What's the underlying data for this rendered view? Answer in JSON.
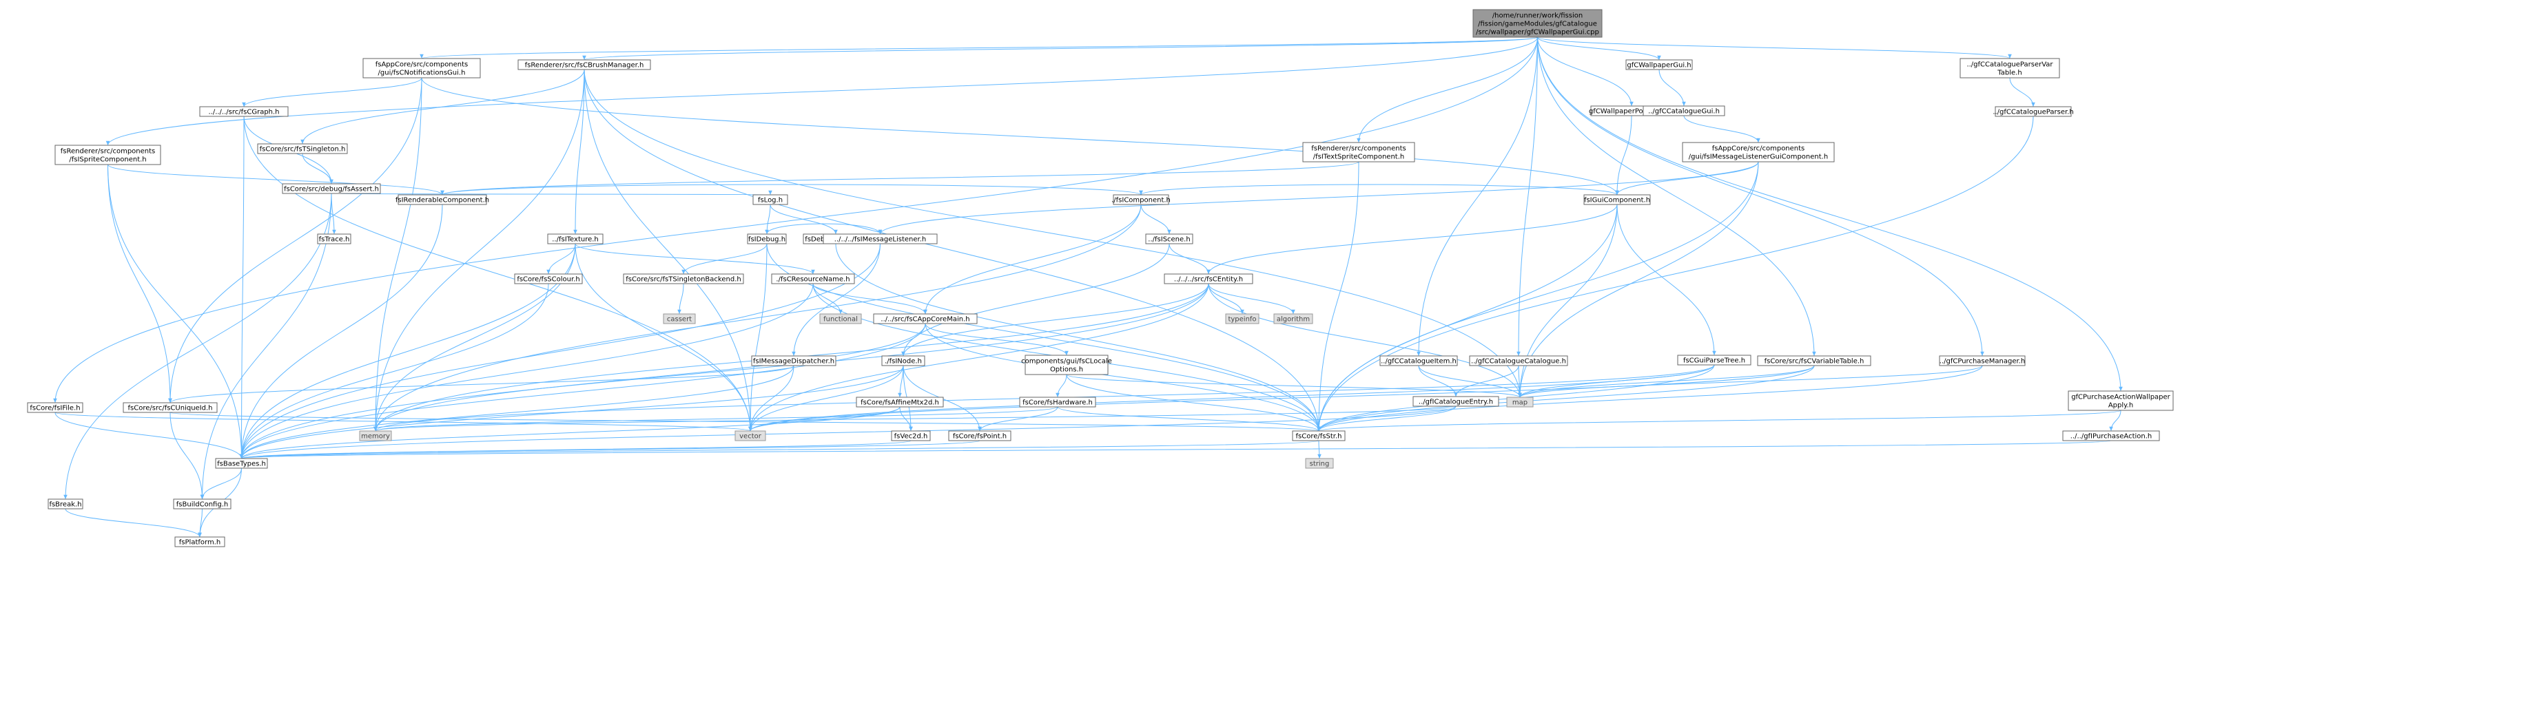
{
  "diagram": {
    "edge_color": "#63b8ff",
    "root_color": "#999999",
    "system_color": "#e0e0e0",
    "nodes": [
      {
        "id": "root",
        "lines": [
          "/home/runner/work/fission",
          "/fission/gameModules/gfCatalogue",
          "/src/wallpaper/gfCWallpaperGui.cpp"
        ],
        "kind": "root"
      },
      {
        "id": "notif",
        "lines": [
          "fsAppCore/src/components",
          "/gui/fsCNotificationsGui.h"
        ],
        "kind": "file"
      },
      {
        "id": "brushmgr",
        "lines": [
          "fsRenderer/src/fsCBrushManager.h"
        ],
        "kind": "file"
      },
      {
        "id": "sprite",
        "lines": [
          "fsRenderer/src/components",
          "/fsISpriteComponent.h"
        ],
        "kind": "file"
      },
      {
        "id": "graph",
        "lines": [
          "../../../src/fsCGraph.h"
        ],
        "kind": "file"
      },
      {
        "id": "tsingleton",
        "lines": [
          "fsCore/src/fsTSingleton.h"
        ],
        "kind": "file"
      },
      {
        "id": "assert",
        "lines": [
          "fsCore/src/debug/fsAssert.h"
        ],
        "kind": "file"
      },
      {
        "id": "renderable",
        "lines": [
          "fsIRenderableComponent.h"
        ],
        "kind": "file"
      },
      {
        "id": "trace",
        "lines": [
          "fsTrace.h"
        ],
        "kind": "file"
      },
      {
        "id": "log",
        "lines": [
          "fsLog.h"
        ],
        "kind": "file"
      },
      {
        "id": "texture",
        "lines": [
          "../fsITexture.h"
        ],
        "kind": "file"
      },
      {
        "id": "debug",
        "lines": [
          "fsIDebug.h"
        ],
        "kind": "file"
      },
      {
        "id": "debughelpers",
        "lines": [
          "fsDebugHelpers.h"
        ],
        "kind": "file"
      },
      {
        "id": "colour",
        "lines": [
          "fsCore/fsSColour.h"
        ],
        "kind": "file"
      },
      {
        "id": "tsingback",
        "lines": [
          "fsCore/src/fsTSingletonBackend.h"
        ],
        "kind": "file"
      },
      {
        "id": "resname",
        "lines": [
          "./fsCResourceName.h"
        ],
        "kind": "file"
      },
      {
        "id": "msglistener",
        "lines": [
          "../../../fsIMessageListener.h"
        ],
        "kind": "file"
      },
      {
        "id": "cassert",
        "lines": [
          "cassert"
        ],
        "kind": "sys"
      },
      {
        "id": "functional",
        "lines": [
          "functional"
        ],
        "kind": "sys"
      },
      {
        "id": "appcoremain",
        "lines": [
          "../../src/fsCAppCoreMain.h"
        ],
        "kind": "file"
      },
      {
        "id": "msgdispatcher",
        "lines": [
          "fsIMessageDispatcher.h"
        ],
        "kind": "file"
      },
      {
        "id": "uniqueid",
        "lines": [
          "fsCore/src/fsCUniqueId.h"
        ],
        "kind": "file"
      },
      {
        "id": "file",
        "lines": [
          "fsCore/fsIFile.h"
        ],
        "kind": "file"
      },
      {
        "id": "break",
        "lines": [
          "fsBreak.h"
        ],
        "kind": "file"
      },
      {
        "id": "buildconfig",
        "lines": [
          "fsBuildConfig.h"
        ],
        "kind": "file"
      },
      {
        "id": "platform",
        "lines": [
          "fsPlatform.h"
        ],
        "kind": "file"
      },
      {
        "id": "basetypes",
        "lines": [
          "fsBaseTypes.h"
        ],
        "kind": "file"
      },
      {
        "id": "memory",
        "lines": [
          "memory"
        ],
        "kind": "sys"
      },
      {
        "id": "vector",
        "lines": [
          "vector"
        ],
        "kind": "sys"
      },
      {
        "id": "inode",
        "lines": [
          "./fsINode.h"
        ],
        "kind": "file"
      },
      {
        "id": "affinemtx",
        "lines": [
          "fsCore/fsAffineMtx2d.h"
        ],
        "kind": "file"
      },
      {
        "id": "vec2d",
        "lines": [
          "fsVec2d.h"
        ],
        "kind": "file"
      },
      {
        "id": "point",
        "lines": [
          "fsCore/fsPoint.h"
        ],
        "kind": "file"
      },
      {
        "id": "hardware",
        "lines": [
          "fsCore/fsHardware.h"
        ],
        "kind": "file"
      },
      {
        "id": "clocale",
        "lines": [
          "components/gui/fsCLocale",
          "Options.h"
        ],
        "kind": "file"
      },
      {
        "id": "component",
        "lines": [
          "./fsIComponent.h"
        ],
        "kind": "file"
      },
      {
        "id": "scene",
        "lines": [
          "../fsIScene.h"
        ],
        "kind": "file"
      },
      {
        "id": "centity",
        "lines": [
          "../../../src/fsCEntity.h"
        ],
        "kind": "file"
      },
      {
        "id": "typeinfo",
        "lines": [
          "typeinfo"
        ],
        "kind": "sys"
      },
      {
        "id": "algorithm",
        "lines": [
          "algorithm"
        ],
        "kind": "sys"
      },
      {
        "id": "str",
        "lines": [
          "fsCore/fsStr.h"
        ],
        "kind": "file"
      },
      {
        "id": "string",
        "lines": [
          "string"
        ],
        "kind": "sys"
      },
      {
        "id": "textsprite",
        "lines": [
          "fsRenderer/src/components",
          "/fsITextSpriteComponent.h"
        ],
        "kind": "file"
      },
      {
        "id": "catitem",
        "lines": [
          "../gfCCatalogueItem.h"
        ],
        "kind": "file"
      },
      {
        "id": "catcatalogue",
        "lines": [
          "../gfCCatalogueCatalogue.h"
        ],
        "kind": "file"
      },
      {
        "id": "catentry",
        "lines": [
          "../gfICatalogueEntry.h"
        ],
        "kind": "file"
      },
      {
        "id": "map",
        "lines": [
          "map"
        ],
        "kind": "sys"
      },
      {
        "id": "wallpaperpopup",
        "lines": [
          "gfCWallpaperPopupGui.h"
        ],
        "kind": "file"
      },
      {
        "id": "guicomponent",
        "lines": [
          "fsIGuiComponent.h"
        ],
        "kind": "file"
      },
      {
        "id": "parsetree",
        "lines": [
          "fsCGuiParseTree.h"
        ],
        "kind": "file"
      },
      {
        "id": "wallpapergui",
        "lines": [
          "gfCWallpaperGui.h"
        ],
        "kind": "file"
      },
      {
        "id": "cataloguegui",
        "lines": [
          "../gfCCatalogueGui.h"
        ],
        "kind": "file"
      },
      {
        "id": "msglistenergui",
        "lines": [
          "fsAppCore/src/components",
          "/gui/fsIMessageListenerGuiComponent.h"
        ],
        "kind": "file"
      },
      {
        "id": "varianttable",
        "lines": [
          "fsCore/src/fsCVariableTable.h"
        ],
        "kind": "file"
      },
      {
        "id": "purchasemgr",
        "lines": [
          "../gfCPurchaseManager.h"
        ],
        "kind": "file"
      },
      {
        "id": "parservar",
        "lines": [
          "../gfCCatalogueParserVar",
          "Table.h"
        ],
        "kind": "file"
      },
      {
        "id": "parser",
        "lines": [
          "../gfCCatalogueParser.h"
        ],
        "kind": "file"
      },
      {
        "id": "purchaseactionwp",
        "lines": [
          "gfCPurchaseActionWallpaper",
          "Apply.h"
        ],
        "kind": "file"
      },
      {
        "id": "purchaseaction",
        "lines": [
          "../../gfIPurchaseAction.h"
        ],
        "kind": "file"
      }
    ]
  }
}
